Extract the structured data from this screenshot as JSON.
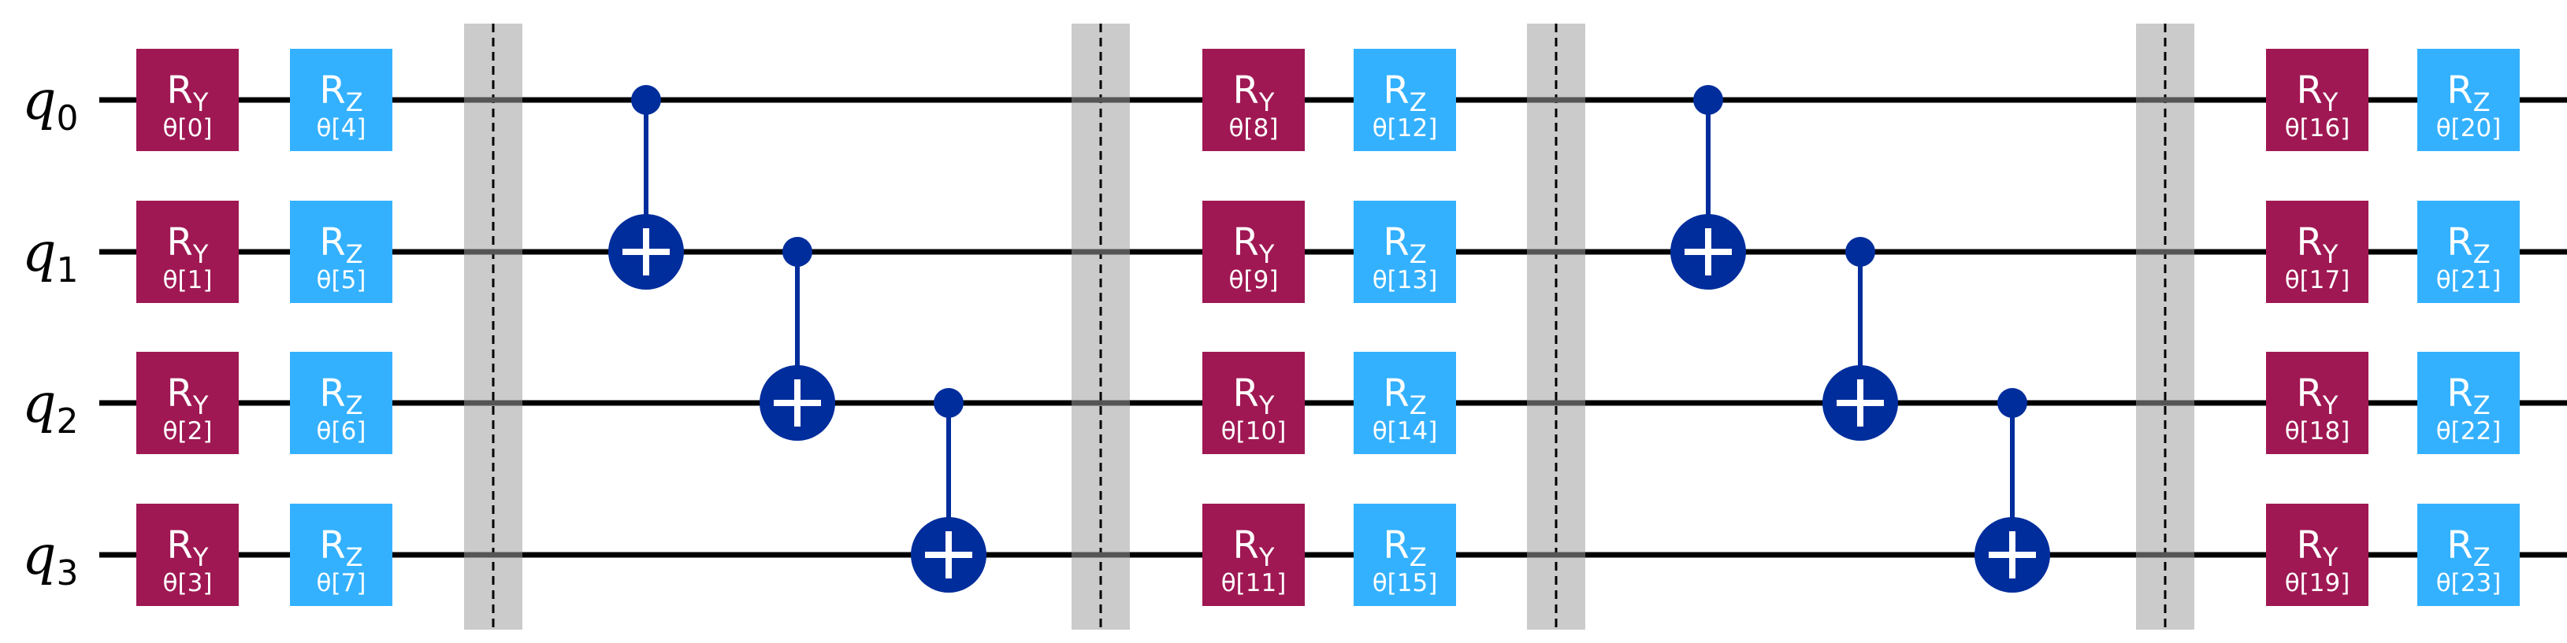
{
  "colors": {
    "wire": "#000000",
    "ry": "#9f1853",
    "rz": "#33b1ff",
    "cnot": "#002d9c",
    "barrier": "#c8c8c8"
  },
  "qubits": [
    {
      "name": "q",
      "index": "0"
    },
    {
      "name": "q",
      "index": "1"
    },
    {
      "name": "q",
      "index": "2"
    },
    {
      "name": "q",
      "index": "3"
    }
  ],
  "columns": [
    {
      "type": "rot",
      "gate": "ry",
      "name": "R",
      "sub": "Y",
      "params": [
        "θ[0]",
        "θ[1]",
        "θ[2]",
        "θ[3]"
      ]
    },
    {
      "type": "rot",
      "gate": "rz",
      "name": "R",
      "sub": "Z",
      "params": [
        "θ[4]",
        "θ[5]",
        "θ[6]",
        "θ[7]"
      ]
    },
    {
      "type": "barrier"
    },
    {
      "type": "cx",
      "control": 0,
      "target": 1
    },
    {
      "type": "cx",
      "control": 1,
      "target": 2
    },
    {
      "type": "cx",
      "control": 2,
      "target": 3
    },
    {
      "type": "barrier"
    },
    {
      "type": "rot",
      "gate": "ry",
      "name": "R",
      "sub": "Y",
      "params": [
        "θ[8]",
        "θ[9]",
        "θ[10]",
        "θ[11]"
      ]
    },
    {
      "type": "rot",
      "gate": "rz",
      "name": "R",
      "sub": "Z",
      "params": [
        "θ[12]",
        "θ[13]",
        "θ[14]",
        "θ[15]"
      ]
    },
    {
      "type": "barrier"
    },
    {
      "type": "cx",
      "control": 0,
      "target": 1
    },
    {
      "type": "cx",
      "control": 1,
      "target": 2
    },
    {
      "type": "cx",
      "control": 2,
      "target": 3
    },
    {
      "type": "barrier"
    },
    {
      "type": "rot",
      "gate": "ry",
      "name": "R",
      "sub": "Y",
      "params": [
        "θ[16]",
        "θ[17]",
        "θ[18]",
        "θ[19]"
      ]
    },
    {
      "type": "rot",
      "gate": "rz",
      "name": "R",
      "sub": "Z",
      "params": [
        "θ[20]",
        "θ[21]",
        "θ[22]",
        "θ[23]"
      ]
    }
  ]
}
